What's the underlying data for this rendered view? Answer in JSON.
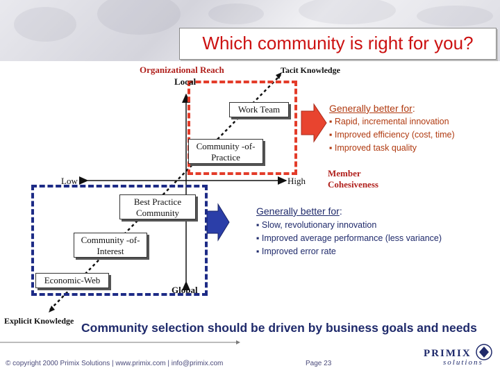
{
  "title": "Which community is right for you?",
  "axes": {
    "vertical_top_title": "Organizational Reach",
    "vertical_top": "Local",
    "vertical_bottom": "Global",
    "horizontal_left": "Low",
    "horizontal_right": "High",
    "horizontal_title": "Member Cohesiveness",
    "diag_top": "Tacit Knowledge",
    "diag_bottom": "Explicit Knowledge"
  },
  "boxes": {
    "work_team": "Work Team",
    "cop": "Community -of-Practice",
    "best_practice": "Best Practice Community",
    "coi": "Community -of-Interest",
    "economic_web": "Economic-Web"
  },
  "note_top": {
    "heading": "Generally better for",
    "colon": ":",
    "items": [
      "Rapid, incremental innovation",
      "Improved efficiency (cost, time)",
      "Improved task quality"
    ]
  },
  "note_bottom": {
    "heading": "Generally better for",
    "colon": ":",
    "items": [
      "Slow, revolutionary innovation",
      "Improved average performance (less variance)",
      "Improved error rate"
    ]
  },
  "tagline": "Community selection should be driven by business goals and needs",
  "footer": {
    "copyright": "© copyright 2000 Primix Solutions | www.primix.com | info@primix.com",
    "page": "Page 23"
  },
  "logo": {
    "word": "PRIMIX",
    "sub": "solutions"
  },
  "colors": {
    "title_red": "#cc1111",
    "dash_red": "#e33c2a",
    "dash_blue": "#1d2b86",
    "arrow_red": "#e8442f",
    "arrow_blue": "#2b3ea8"
  }
}
